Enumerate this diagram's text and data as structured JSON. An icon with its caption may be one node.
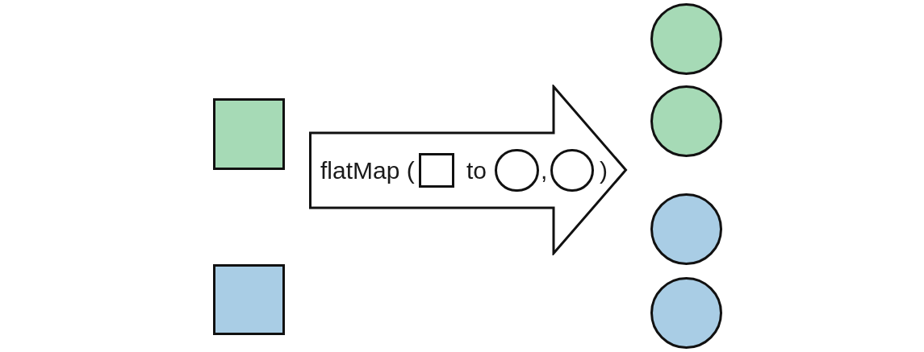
{
  "diagram": {
    "nodes": [
      {
        "text": [],
        "shape": "box"
      },
      {
        "text": [],
        "shape": "box"
      },
      {
        "text": [
          "flatMap (",
          "to",
          ",",
          ")"
        ]
      },
      {
        "text": [],
        "shape": "box",
        "in": 2
      },
      {
        "text": [],
        "shape": "circle",
        "in": 2
      },
      {
        "text": [],
        "shape": "circle",
        "in": 2
      },
      {
        "text": [],
        "shape": "circle"
      },
      {
        "text": [],
        "shape": "circle"
      },
      {
        "text": [],
        "shape": "circle"
      },
      {
        "text": [],
        "shape": "circle"
      }
    ]
  }
}
